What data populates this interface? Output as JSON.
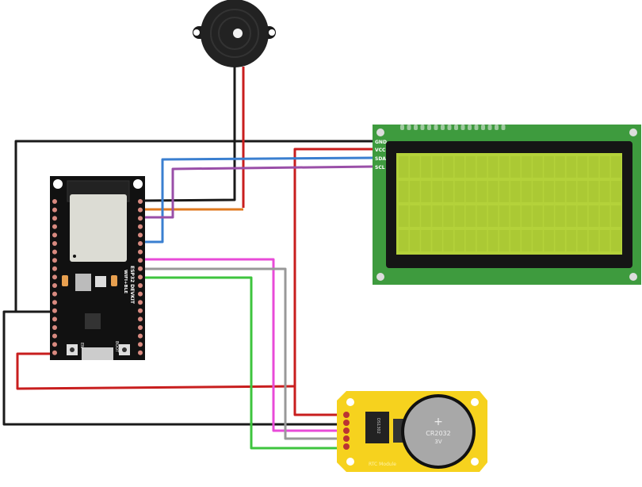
{
  "lcd": {
    "pins": [
      "GND",
      "VCC",
      "SDA",
      "SCL"
    ],
    "pcb_color": "#3e9b3e",
    "screen_color": "#b4d23a"
  },
  "esp32": {
    "title": "ESP32 DEVKIT",
    "subtitle": "WIFI+BLE",
    "en_label": "EN",
    "boot_label": "BOOT"
  },
  "rtc": {
    "battery": "CR2032",
    "battery_voltage": "3V",
    "chip": "DS1302",
    "label": "RTC Module",
    "board_color": "#f6d21e"
  },
  "buzzer": {
    "name": "buzzer"
  },
  "wire_colors": {
    "gnd": "#1a1a1a",
    "vcc": "#c81e1e",
    "sda": "#3a7fd0",
    "scl": "#9a4fa8",
    "orange": "#e07a20",
    "magenta": "#e84bd8",
    "gray": "#999999",
    "green": "#3ec43e"
  }
}
